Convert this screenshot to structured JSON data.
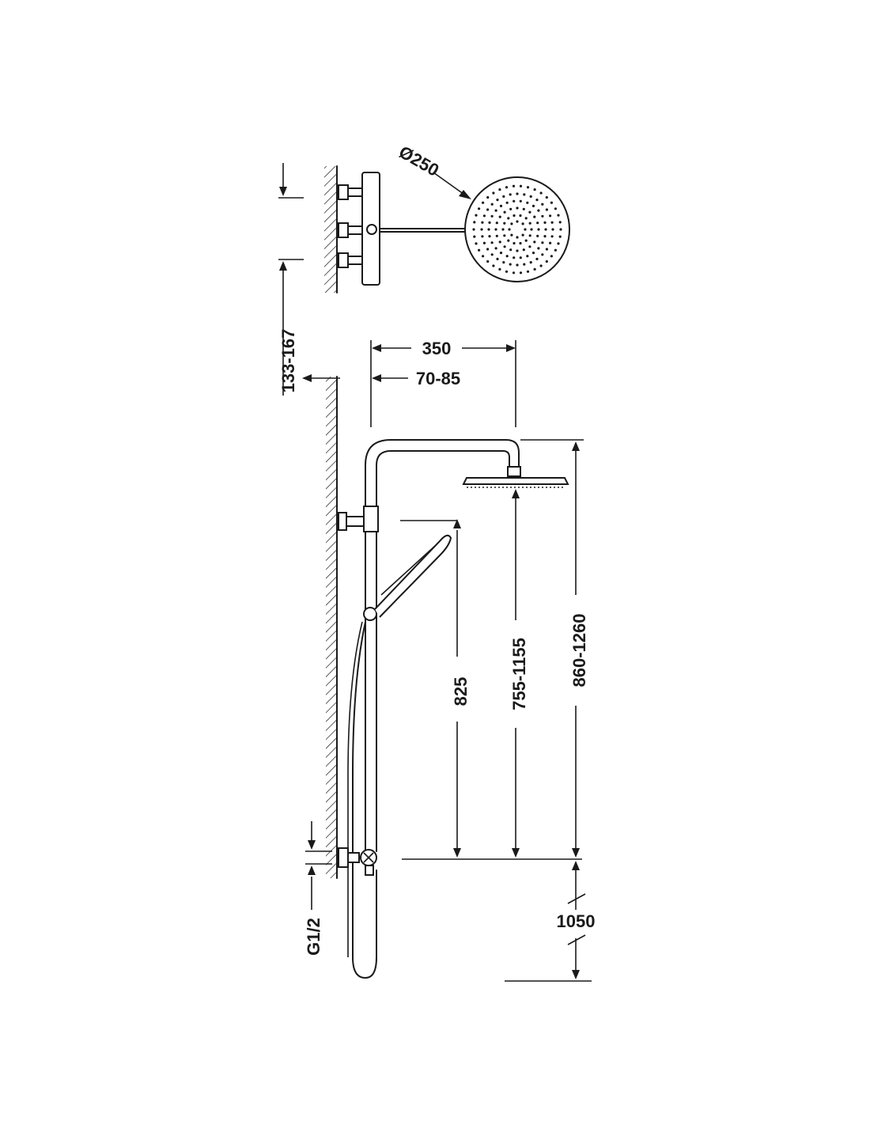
{
  "dimensions": {
    "head_diameter": "Ø250",
    "thermostat_spacing": "133-167",
    "arm_reach": "350",
    "wall_offset": "70-85",
    "hand_shower_height": "825",
    "head_height_low": "755-1155",
    "total_height": "860-1260",
    "floor_height": "1050",
    "inlet_thread": "G1/2"
  },
  "colors": {
    "line": "#1a1a1a",
    "background": "#ffffff"
  }
}
